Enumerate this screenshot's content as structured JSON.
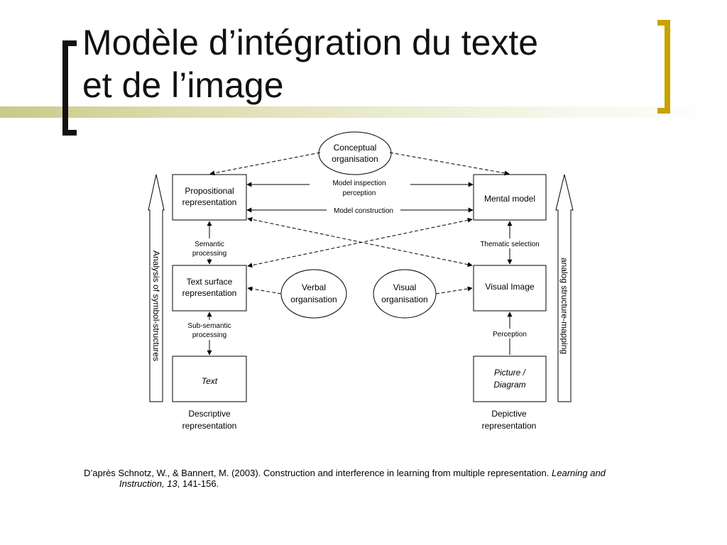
{
  "slide": {
    "title_line1": "Modèle d’intégration du texte",
    "title_line2": "et de l’image",
    "accent_color": "#c9a200",
    "band_color": "#c9c98a"
  },
  "diagram": {
    "conceptual_line1": "Conceptual",
    "conceptual_line2": "organisation",
    "propositional_line1": "Propositional",
    "propositional_line2": "representation",
    "mental_model": "Mental model",
    "model_inspection_line1": "Model inspection",
    "model_inspection_line2": "perception",
    "model_construction": "Model construction",
    "semantic_line1": "Semantic",
    "semantic_line2": "processing",
    "thematic_selection": "Thematic selection",
    "text_surface_line1": "Text surface",
    "text_surface_line2": "representation",
    "verbal_line1": "Verbal",
    "verbal_line2": "organisation",
    "visual_org_line1": "Visual",
    "visual_org_line2": "organisation",
    "visual_image": "Visual Image",
    "subsemantic_line1": "Sub-semantic",
    "subsemantic_line2": "processing",
    "perception": "Perception",
    "text": "Text",
    "picture_line1": "Picture /",
    "picture_line2": "Diagram",
    "descriptive_line1": "Descriptive",
    "descriptive_line2": "representation",
    "depictive_line1": "Depictive",
    "depictive_line2": "representation",
    "left_arrow_label": "Analysis of symbol-structures",
    "right_arrow_label": "analog structure-mapping"
  },
  "citation": {
    "prefix": "D’après Schnotz, W., & Bannert, M. (2003). Construction and interference in learning from multiple representation. ",
    "journal": "Learning and",
    "journal_cont": "Instruction, 13",
    "pages": ", 141-156."
  }
}
